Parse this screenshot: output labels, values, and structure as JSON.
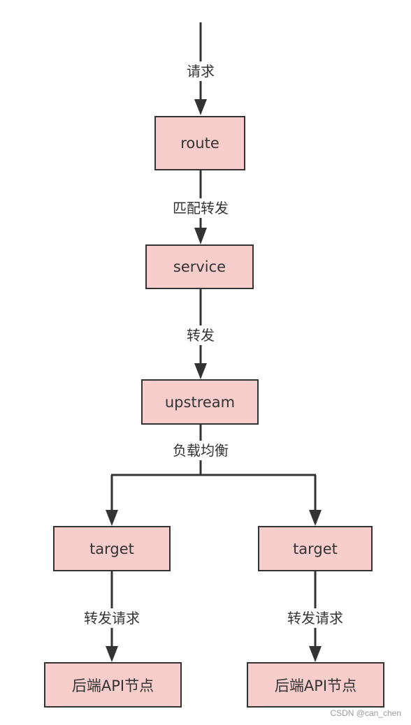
{
  "colors": {
    "node_fill": "#f8cecc",
    "stroke": "#333333",
    "text": "#333333",
    "background": "#ffffff"
  },
  "nodes": {
    "route": "route",
    "service": "service",
    "upstream": "upstream",
    "target_left": "target",
    "target_right": "target",
    "backend_left": "后端API节点",
    "backend_right": "后端API节点"
  },
  "edges": {
    "request": "请求",
    "match_forward": "匹配转发",
    "forward": "转发",
    "load_balance": "负载均衡",
    "forward_request_left": "转发请求",
    "forward_request_right": "转发请求"
  },
  "watermark": "CSDN @can_chen"
}
